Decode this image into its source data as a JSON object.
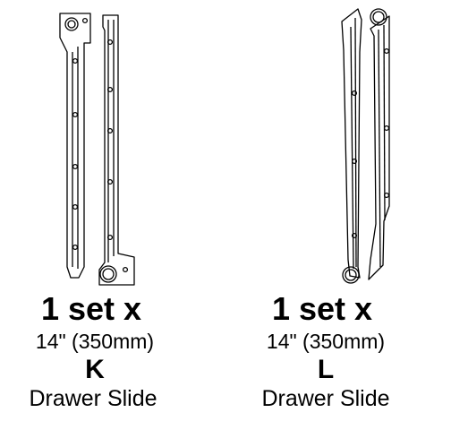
{
  "parts": [
    {
      "quantity": "1 set x",
      "size": "14\" (350mm)",
      "letter": "K",
      "name": "Drawer Slide"
    },
    {
      "quantity": "1 set x",
      "size": "14\" (350mm)",
      "letter": "L",
      "name": "Drawer Slide"
    }
  ],
  "colors": {
    "line": "#000000",
    "background": "#ffffff"
  },
  "icons": [
    "drawer-slide-k-icon",
    "drawer-slide-l-icon"
  ]
}
